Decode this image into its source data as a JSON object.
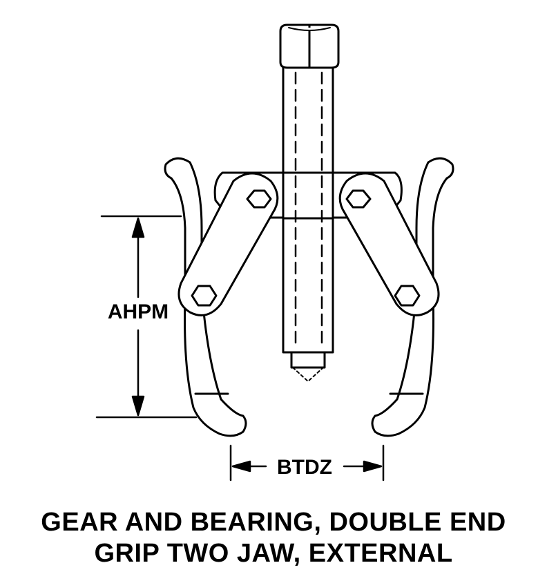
{
  "dimensions": {
    "height_label": "AHPM",
    "width_label": "BTDZ"
  },
  "caption": {
    "line1": "GEAR AND BEARING, DOUBLE END",
    "line2": "GRIP TWO JAW, EXTERNAL"
  }
}
